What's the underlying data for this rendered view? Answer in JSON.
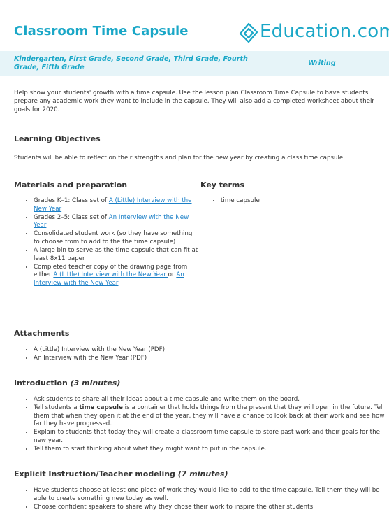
{
  "header": {
    "title": "Classroom Time Capsule",
    "logo_text": "Education.com",
    "grades": "Kindergarten, First Grade, Second Grade, Third Grade, Fourth Grade, Fifth Grade",
    "subject": "Writing"
  },
  "intro": "Help show your students' growth with a time capsule. Use the lesson plan Classroom Time Capsule to have students prepare any academic work they want to include in the capsule. They will also add a completed worksheet about their goals for 2020.",
  "objectives": {
    "heading": "Learning Objectives",
    "text": "Students will be able to reflect on their strengths and plan for the new year by creating a class time capsule."
  },
  "materials": {
    "heading": "Materials and preparation",
    "items": [
      {
        "pre": "Grades K–1: Class set of ",
        "link": "A (Little) Interview with the New Year",
        "mid": "",
        "link2": "",
        "post": ""
      },
      {
        "pre": "Grades 2–5: Class set of ",
        "link": "An Interview with the New Year",
        "mid": "",
        "link2": "",
        "post": ""
      },
      {
        "pre": "Consolidated student work (so they have something to choose from to add to the the time capsule)",
        "link": "",
        "mid": "",
        "link2": "",
        "post": ""
      },
      {
        "pre": "A large bin to serve as the time capsule that can fit at least 8x11 paper",
        "link": "",
        "mid": "",
        "link2": "",
        "post": ""
      },
      {
        "pre": "Completed teacher copy of the drawing page from either ",
        "link": "A (Little) Interview with the New Year ",
        "mid": "or ",
        "link2": "An Interview with the New Year",
        "post": ""
      }
    ]
  },
  "key_terms": {
    "heading": "Key terms",
    "items": [
      "time capsule"
    ]
  },
  "attachments": {
    "heading": "Attachments",
    "items": [
      "A (Little) Interview with the New Year (PDF)",
      "An Interview with the New Year (PDF)"
    ]
  },
  "introduction": {
    "heading": "Introduction",
    "time": "(3 minutes)",
    "items": [
      {
        "pre": "Ask students to share all their ideas about a time capsule and write them on the board.",
        "bold": "",
        "post": ""
      },
      {
        "pre": "Tell students a ",
        "bold": "time capsule",
        "post": " is a container that holds things from the present that they will open in the future. Tell them that when they open it at the end of the year, they will have a chance to look back at their work and see how far they have progressed."
      },
      {
        "pre": "Explain to students that today they will create a classroom time capsule to store past work and their goals for the new year.",
        "bold": "",
        "post": ""
      },
      {
        "pre": "Tell them to start thinking about what they might want to put in the capsule.",
        "bold": "",
        "post": ""
      }
    ]
  },
  "explicit": {
    "heading": "Explicit Instruction/Teacher modeling",
    "time": "(7 minutes)",
    "items": [
      "Have students choose at least one piece of work they would like to add to the time capsule. Tell them they will be able to create something new today as well.",
      "Choose confident speakers to share why they chose their work to inspire the other students."
    ]
  },
  "colors": {
    "brand": "#1aa7c7",
    "band": "#e6f4f8",
    "link": "#1a7fc7",
    "text": "#333333"
  }
}
